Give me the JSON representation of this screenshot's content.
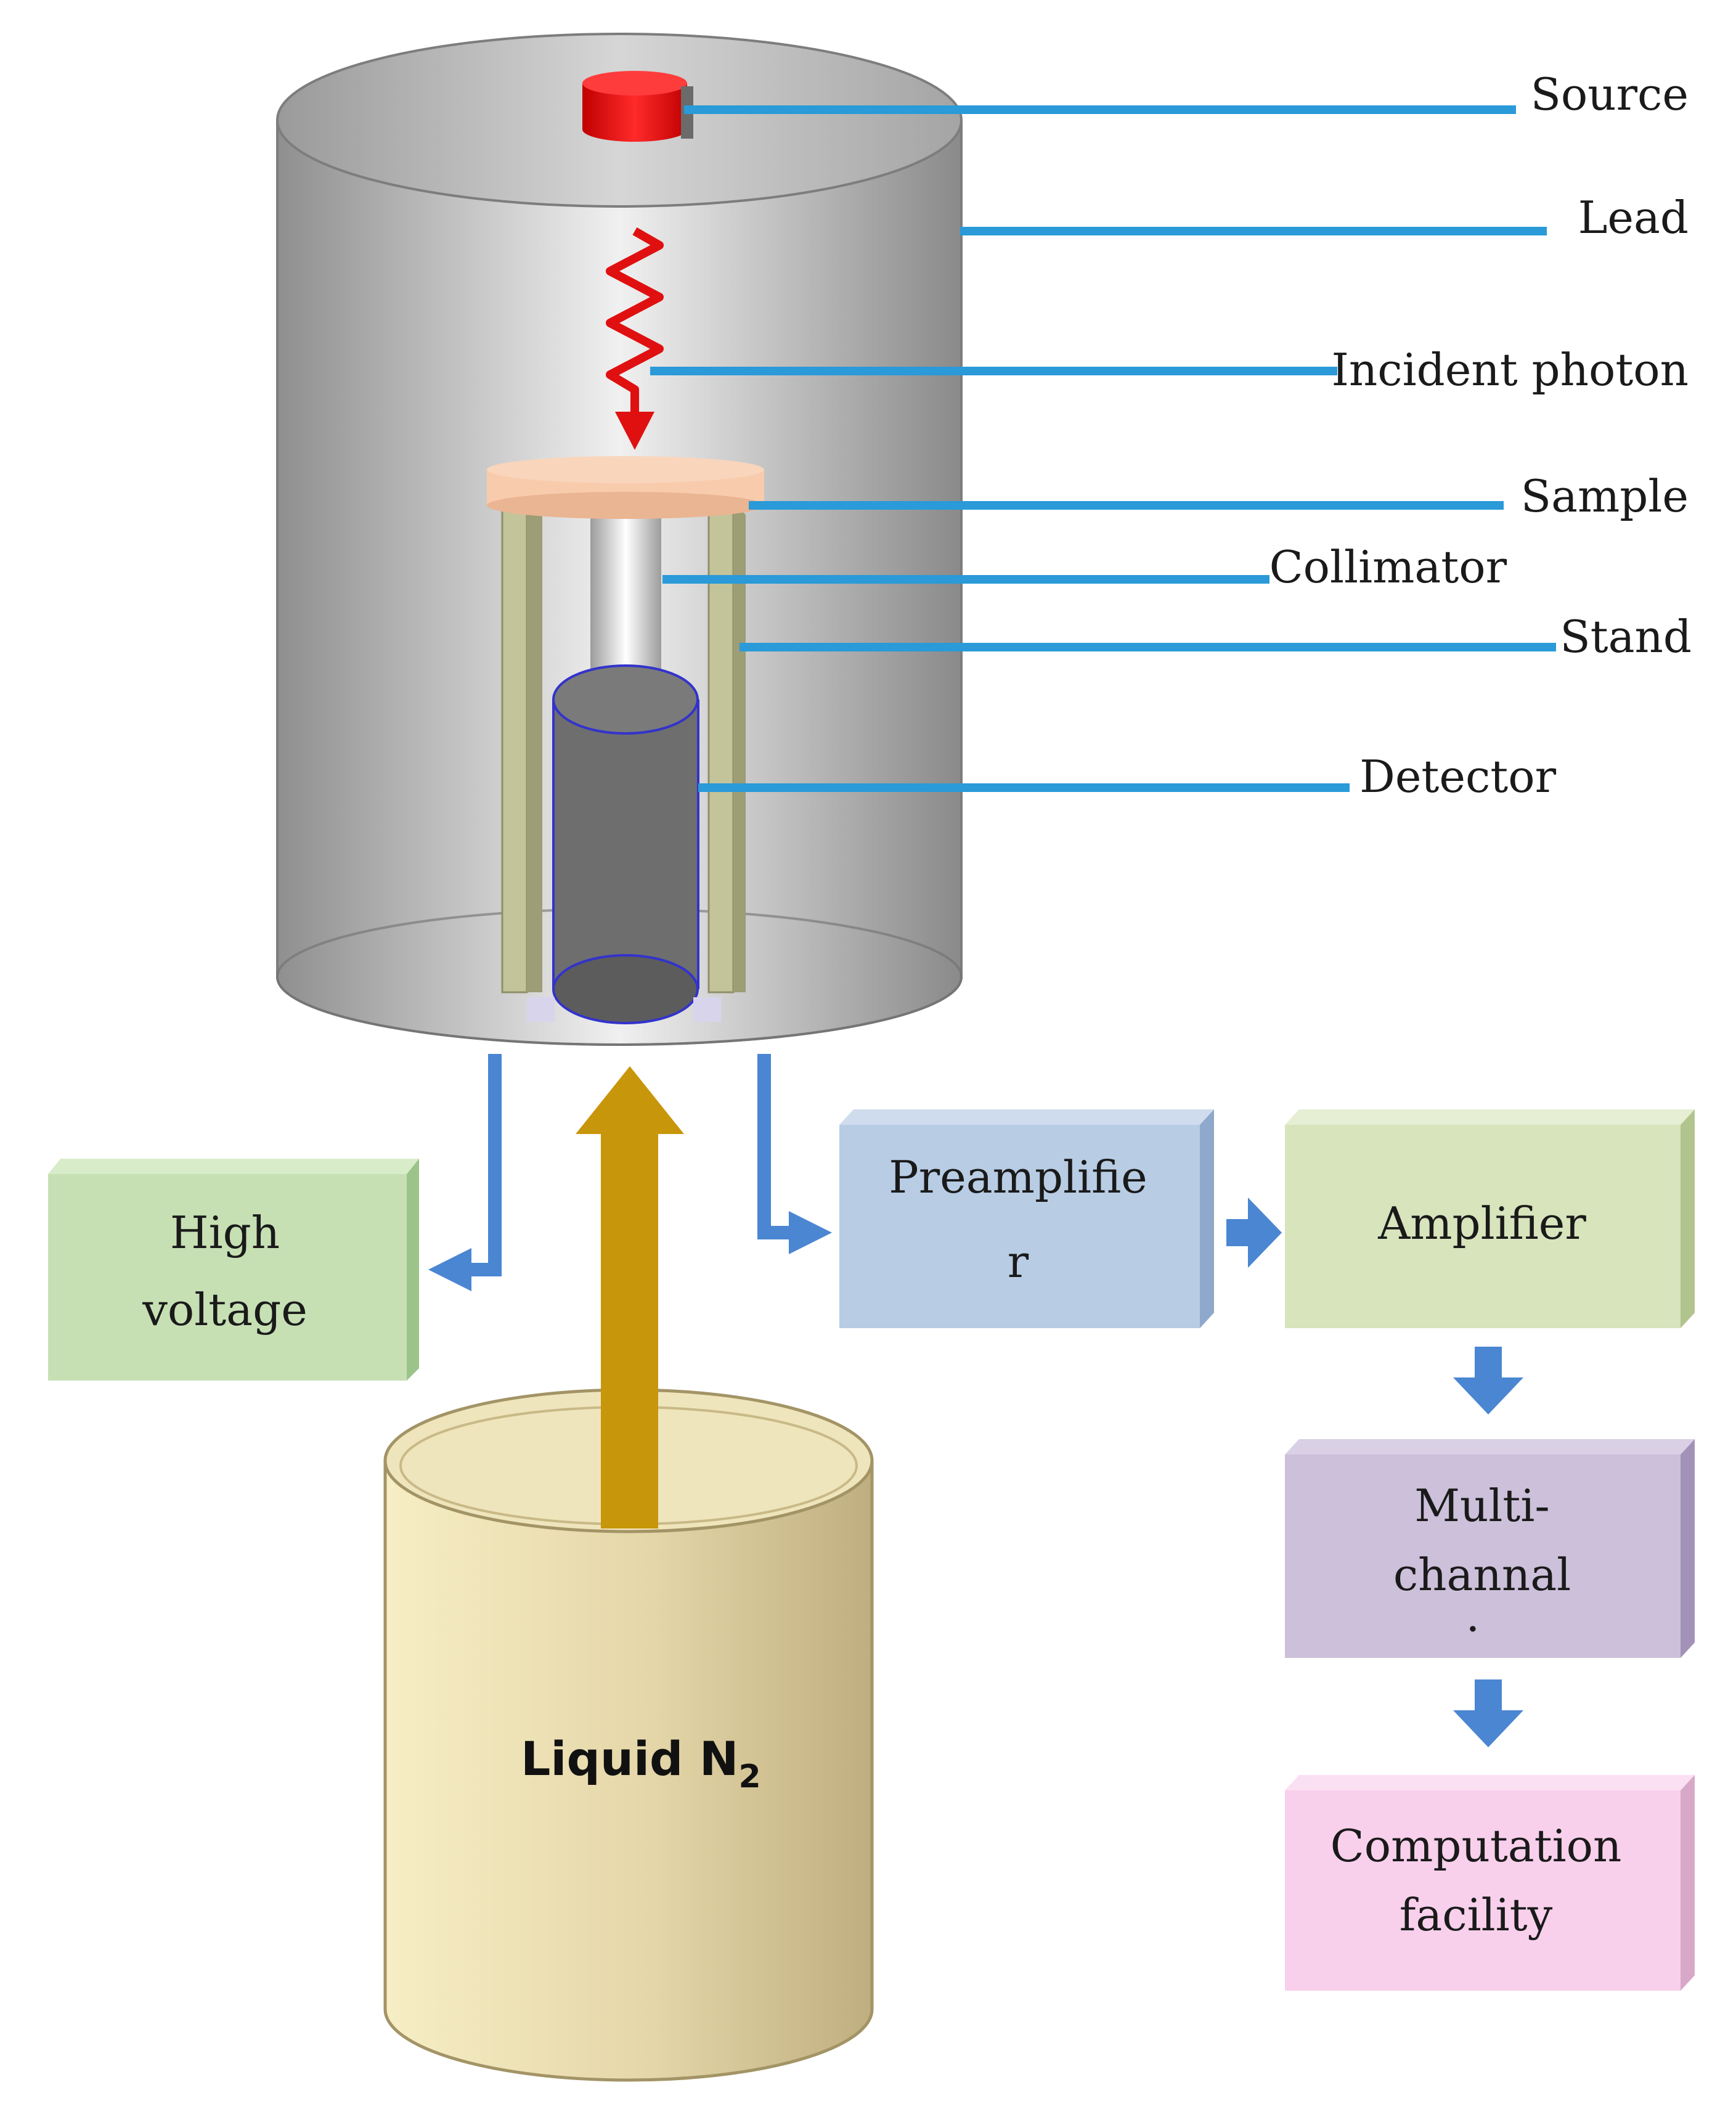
{
  "labels": {
    "source": "Source",
    "lead": "Lead",
    "incident_photon": "Incident photon",
    "sample": "Sample",
    "collimator": "Collimator",
    "stand": "Stand",
    "detector": "Detector"
  },
  "boxes": {
    "high_voltage": [
      "High",
      "voltage"
    ],
    "preamplifier": [
      "Preamplifie",
      "r"
    ],
    "amplifier": [
      "Amplifier"
    ],
    "multichannel": [
      "Multi-",
      "channal",
      "·"
    ],
    "computation": [
      "Computation",
      "facility"
    ]
  },
  "dewar": {
    "label": "Liquid N",
    "subscript": "2"
  },
  "colors": {
    "leader_line": "#2a9ad8",
    "flow_arrow": "#4a86d2",
    "nitrogen_arrow": "#c8960a",
    "source": "#e01010",
    "photon": "#e01010",
    "high_voltage_box": "#c6e0b4",
    "preamplifier_box": "#b8cce4",
    "amplifier_box": "#d7e4bc",
    "multichannel_box": "#ccc0da",
    "computation_box": "#f8d0ec",
    "dewar": "#eee3b4",
    "sample": "#f8cbad",
    "stand": "#c4c49a",
    "detector": "#6e6e6e"
  },
  "icons": {
    "photon": "wavy-arrow-icon",
    "flow": "arrow-icon"
  }
}
